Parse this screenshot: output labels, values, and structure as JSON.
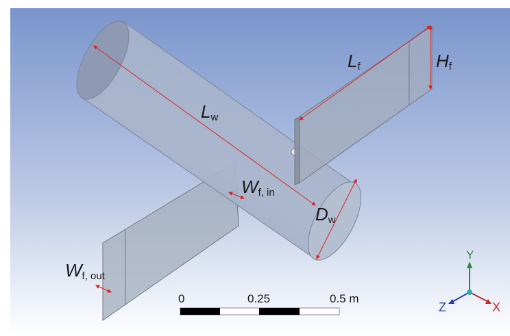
{
  "labels": {
    "lw": {
      "main": "L",
      "sub": "w"
    },
    "lf": {
      "main": "L",
      "sub": "f"
    },
    "hf": {
      "main": "H",
      "sub": "f"
    },
    "dw": {
      "main": "D",
      "sub": "w"
    },
    "wf_in": {
      "main": "W",
      "sub": "f, in"
    },
    "wf_out": {
      "main": "W",
      "sub": "f, out"
    }
  },
  "scale_bar": {
    "tick_0": "0",
    "tick_mid": "0.25",
    "tick_end": "0.5 m"
  },
  "triad": {
    "x": "X",
    "y": "Y",
    "z": "Z"
  },
  "colors": {
    "dimension": "#e02020",
    "x_axis": "#c0282a",
    "y_axis": "#2a8a3a",
    "z_axis": "#2040b0"
  }
}
